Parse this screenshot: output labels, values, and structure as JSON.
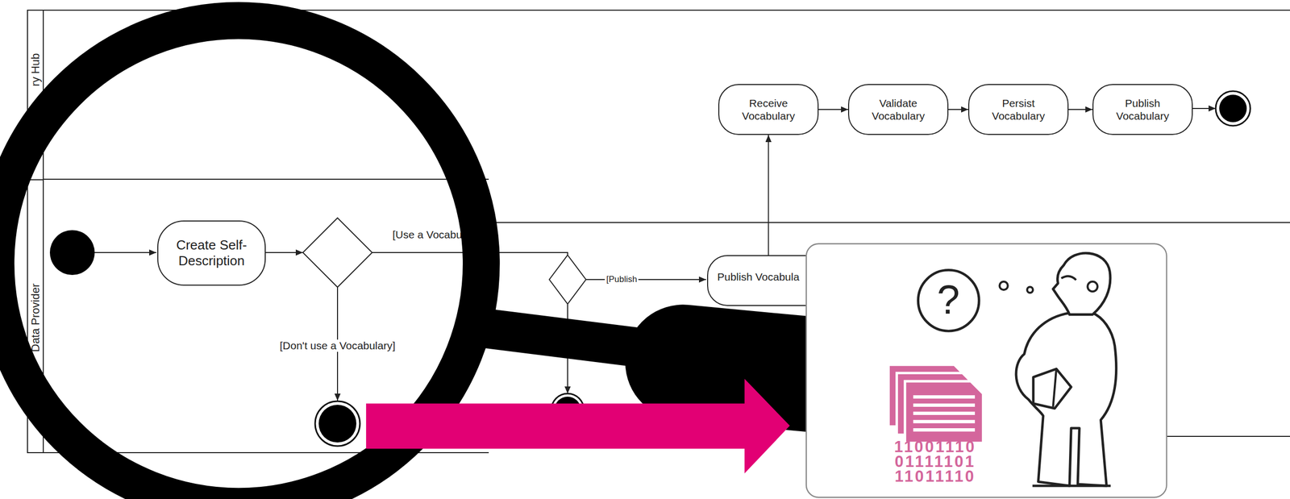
{
  "diagram": {
    "nodes": [
      {
        "text": [
          "ry Hub"
        ]
      },
      {
        "text": [
          "Receive Vocabulary"
        ],
        "in": 0
      },
      {
        "text": [
          "Validate Vocabulary"
        ],
        "in": 0
      },
      {
        "text": [
          "Persist Vocabulary"
        ],
        "in": 0
      },
      {
        "text": [
          "Publish Vocabulary"
        ],
        "in": 0
      },
      {
        "text": [
          "Data Provider"
        ]
      },
      {
        "text": [
          "Create Self-Description"
        ],
        "in": 5
      },
      {
        "text": [
          "Publish Vocabula"
        ],
        "in": 5
      }
    ],
    "edges": [
      {
        "from": 1,
        "to": 2,
        "arrow": "to"
      },
      {
        "from": 2,
        "to": 3,
        "arrow": "to"
      },
      {
        "from": 3,
        "to": 4,
        "arrow": "to"
      },
      {
        "from": 7,
        "to": 1,
        "arrow": "to"
      }
    ],
    "labels": [
      "[Use a Vocabulary]",
      "[Publish",
      "[Don't use a Vocabulary]",
      "?",
      "11001110",
      "01111101",
      "11011110"
    ]
  }
}
